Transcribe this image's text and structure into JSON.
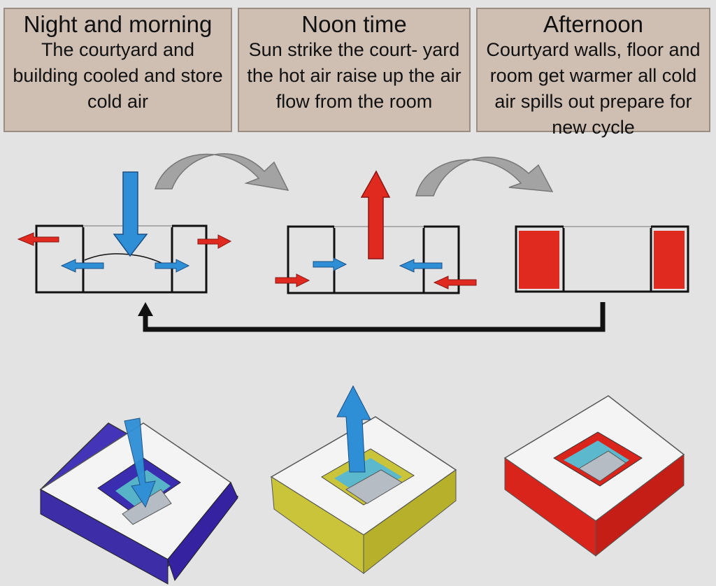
{
  "panels": [
    {
      "title": "Night and morning",
      "description": "The courtyard and building cooled and store cold air"
    },
    {
      "title": "Noon time",
      "description": "Sun strike the court- yard the hot air raise up the air flow from the room"
    },
    {
      "title": "Afternoon",
      "description": "Courtyard walls, floor and room get warmer all cold air spills out prepare for new cycle"
    }
  ],
  "colors": {
    "cold_air": "#2f8fd6",
    "hot_air": "#e02a20",
    "cycle_arrow": "#111111",
    "transition_arrow": "#a3a3a3",
    "night_block": "#4434b8",
    "noon_block": "#c9c43a",
    "afternoon_block": "#d9241c"
  }
}
